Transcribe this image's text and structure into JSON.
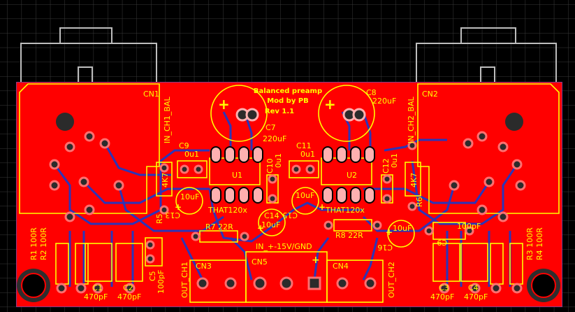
{
  "board": {
    "title_lines": [
      "Balanced preamp",
      "Mod by PB",
      "Rev 1.1"
    ],
    "colors": {
      "background": "#000000",
      "grid": "#3a3a3a",
      "copper": "#ff0000",
      "trace": "#2b35b8",
      "silkscreen": "#ffff00",
      "outline": "#8b3a8b",
      "connector_body": "#bdbdbd"
    }
  },
  "labels": {
    "cn1": "CN1",
    "cn2": "CN2",
    "in_ch1": "IN_CH1_BAL",
    "in_ch2": "IN_CH2_BAL",
    "c7": "C7",
    "c7_val": "220uF",
    "c8": "C8",
    "c8_val": "220uF",
    "c9": "C9",
    "c9_val": "0u1",
    "c10": "C10",
    "c10_val": "0u1",
    "c11": "C11",
    "c11_val": "0u1",
    "c12": "C12",
    "c12_val": "0u1",
    "u1": "U1",
    "u2": "U2",
    "r5": "R5",
    "r5_val": "4K7",
    "r6": "R6",
    "r6_val": "4K7",
    "c13": "C13",
    "c13_val": "10uF",
    "c14": "C14",
    "c14_val": "10uF",
    "c15": "C15",
    "c15_val": "10uF",
    "c16": "C16",
    "c16_val": "10uF",
    "that1": "THAT120x",
    "that2": "THAT120x",
    "r7": "R7 22R",
    "r8": "R8 22R",
    "power": "IN_+-15V/GND",
    "c9b": "C9",
    "c9b_val": "100pF",
    "r1": "R1 100R",
    "r2": "R2 100R",
    "r3": "R3 100R",
    "r4": "R4 100R",
    "c1": "C1",
    "c1_val": "470pF",
    "c2": "C2",
    "c2_val": "470pF",
    "c3": "C3",
    "c3_val": "470pF",
    "c4": "C4",
    "c4_val": "470pF",
    "c5": "C5",
    "c5_val": "100pF",
    "cn3": "CN3",
    "cn4": "CN4",
    "cn5": "CN5",
    "out_ch1": "OUT_CH1",
    "out_ch2": "OUT_CH2",
    "plus": "+"
  }
}
